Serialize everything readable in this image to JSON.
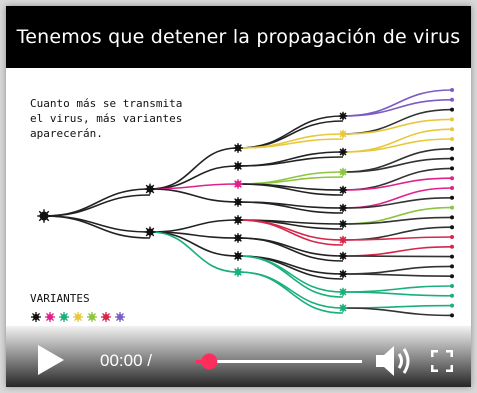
{
  "video": {
    "title": "Tenemos que detener la propagación de virus",
    "note_lines": [
      "Cuanto más se transmita",
      "el virus, más variantes",
      "aparecerán."
    ],
    "variants_label": "VARIANTES",
    "variant_colors": [
      "#111111",
      "#e0208c",
      "#1ab07a",
      "#e8c83a",
      "#8cc63f",
      "#d6264a",
      "#7b5cc4"
    ]
  },
  "player": {
    "time_label": "00:00 /",
    "progress": 0.08,
    "volume": 1.0,
    "accent_color": "#ff2d5e",
    "icons": [
      "play-icon",
      "volume-icon",
      "fullscreen-icon"
    ]
  }
}
